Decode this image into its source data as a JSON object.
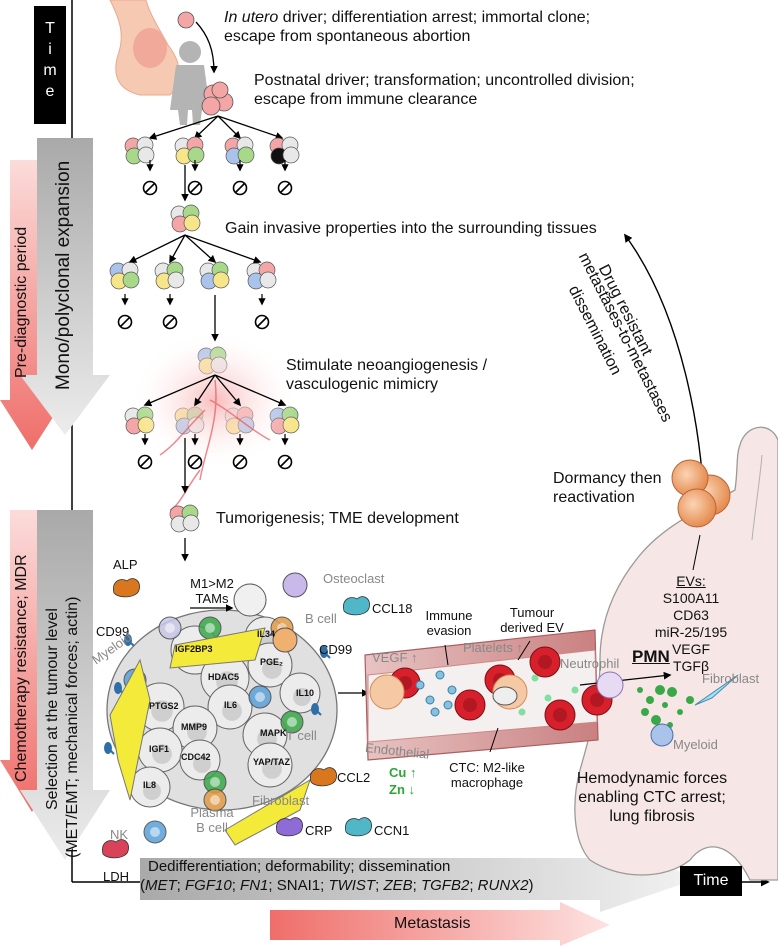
{
  "time_bar": {
    "letters": [
      "T",
      "i",
      "m",
      "e"
    ],
    "end_label": "Time"
  },
  "side_labels": {
    "pre_diagnostic": "Pre-diagnostic period",
    "mono_polyclonal": "Mono/polyclonal expansion",
    "chemo_resistance": "Chemotherapy resistance; MDR",
    "selection_line1": "Selection at the tumour level",
    "selection_line2": "(MET/EMT; mechanical forces; actin)"
  },
  "steps": {
    "in_utero": {
      "italic": "In utero",
      "rest": " driver; differentiation arrest; immortal clone;",
      "line2": "escape from spontaneous abortion"
    },
    "postnatal": {
      "line1": "Postnatal driver; transformation; uncontrolled division;",
      "line2": "escape from immune clearance"
    },
    "invasive": "Gain invasive properties into the surrounding tissues",
    "angio_line1": "Stimulate neoangiogenesis /",
    "angio_line2": "vasculogenic mimicry",
    "tumorigenesis": "Tumorigenesis; TME development"
  },
  "metastasis_arrow": {
    "line1": "Drug resistant",
    "line2": "metastases-to-metastases",
    "line3": "dissemination"
  },
  "dormancy": {
    "line1": "Dormancy then",
    "line2": "reactivation"
  },
  "evs": {
    "title": "EVs:",
    "items": [
      "S100A11",
      "CD63",
      "miR-25/195",
      "VEGF",
      "TGFβ"
    ]
  },
  "tme": {
    "alp": "ALP",
    "m1m2_line1": "M1>M2",
    "m1m2_line2": "TAMs",
    "osteoclast": "Osteoclast",
    "b_cell": "B cell",
    "ccl18": "CCL18",
    "cd99_left": "CD99",
    "cd99_right": "CD99",
    "myeloid": "Myeloid",
    "t_cell": "T cell",
    "ccl2": "CCL2",
    "fibroblast": "Fibroblast",
    "nk": "NK",
    "plasma_line1": "Plasma",
    "plasma_line2": "B cell",
    "crp": "CRP",
    "ccn1": "CCN1",
    "ldh": "LDH",
    "genes": [
      "IGF2BP3",
      "IL34",
      "PGE₂",
      "HDAC5",
      "PTGS2",
      "IL6",
      "IL10",
      "MMP9",
      "MAPK",
      "IGF1",
      "CDC42",
      "YAP/TAZ",
      "IL8"
    ]
  },
  "vessel": {
    "immune_line1": "Immune",
    "immune_line2": "evasion",
    "tumour_ev_line1": "Tumour",
    "tumour_ev_line2": "derived EV",
    "vegf": "VEGF ↑",
    "platelets": "Platelets ↑",
    "endothelial": "Endothelial",
    "cu": "Cu ↑",
    "zn": "Zn ↓",
    "ctc_line1": "CTC: M2-like",
    "ctc_line2": "macrophage"
  },
  "lung": {
    "neutrophil": "Neutrophil",
    "pmn": "PMN",
    "fibroblast": "Fibroblast",
    "myeloid": "Myeloid",
    "hemo_line1": "Hemodynamic forces",
    "hemo_line2": "enabling CTC arrest;",
    "hemo_line3": "lung fibrosis"
  },
  "bottom": {
    "line1": "Dedifferentiation; deformability; dissemination",
    "genes": [
      "MET",
      "FGF10",
      "FN1",
      "SNAI1",
      "TWIST",
      "ZEB",
      "TGFB2",
      "RUNX2"
    ],
    "metastasis": "Metastasis"
  },
  "colors": {
    "pink_arrow": "#f07b78",
    "gray_arrow": "#cfcfcf",
    "cell_pink": "#f4a6a6",
    "cell_green": "#a8d98a",
    "cell_blue": "#a9c3ea",
    "cell_yellow": "#f7e58a",
    "vessel": "#c97a7a",
    "rbc": "#d8202c",
    "orange": "#e8873a"
  }
}
